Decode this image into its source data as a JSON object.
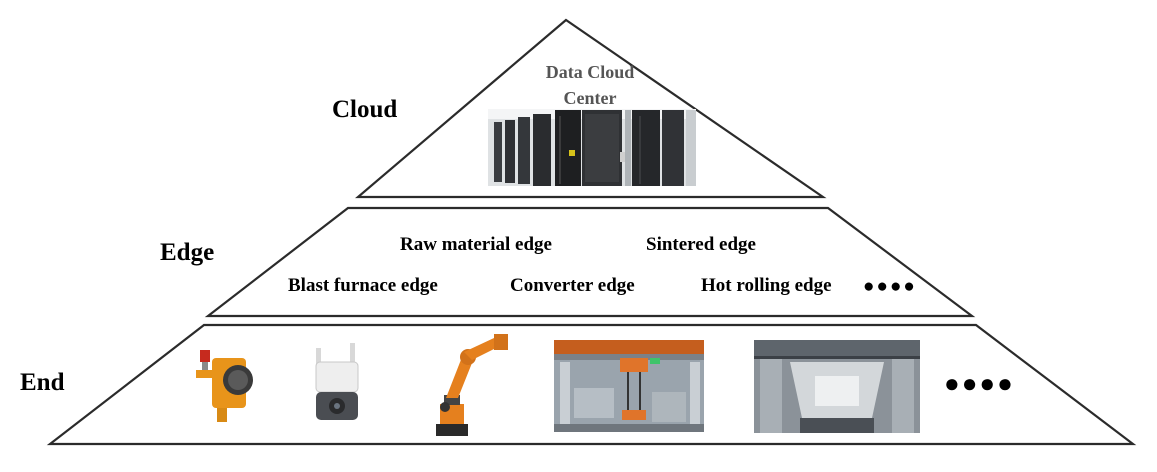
{
  "layers": {
    "cloud": "Cloud",
    "edge": "Edge",
    "end": "End"
  },
  "cloud": {
    "title_line1": "Data Cloud",
    "title_line2": "Center"
  },
  "edge": {
    "raw_material": "Raw material edge",
    "sintered": "Sintered edge",
    "blast_furnace": "Blast furnace edge",
    "converter": "Converter edge",
    "hot_rolling": "Hot rolling edge",
    "more": "●●●●"
  },
  "end": {
    "more": "●●●●"
  },
  "colors": {
    "stroke": "#2b2b2b",
    "robot_orange": "#e5801e",
    "detector_orange": "#e8941a",
    "alarm_red": "#c62a1e",
    "server_dark": "#2a2c2f"
  },
  "icons": [
    "server-rack-photo",
    "gas-detector-icon",
    "security-camera-icon",
    "industrial-robot-icon",
    "factory-crane-photo",
    "steel-mill-photo"
  ]
}
